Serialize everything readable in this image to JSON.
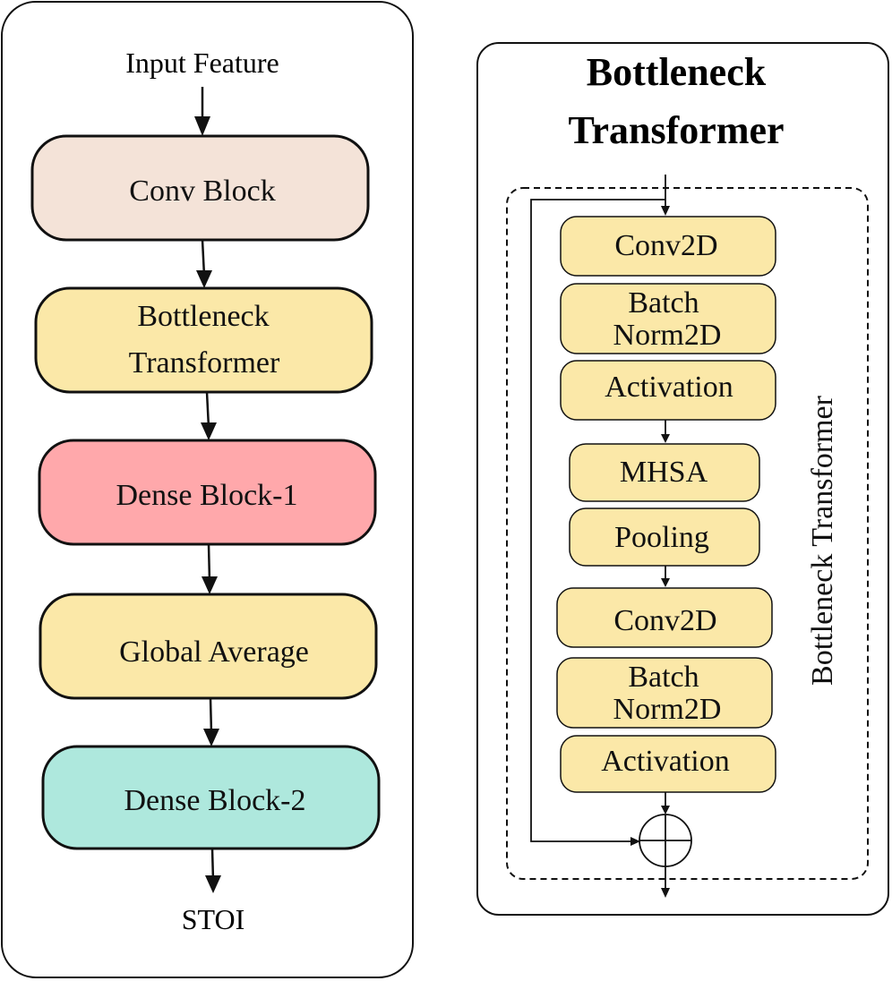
{
  "colors": {
    "conv_block": "#f4e3d8",
    "bottleneck": "#fbe8a8",
    "dense1": "#ffa8ab",
    "global_avg": "#fbe8a8",
    "dense2": "#aee8dd",
    "layer": "#fbe8a8",
    "stroke": "#111111"
  },
  "left_panel": {
    "input_label": "Input Feature",
    "conv_block": "Conv Block",
    "bottleneck_line1": "Bottleneck",
    "bottleneck_line2": "Transformer",
    "dense_block_1": "Dense Block-1",
    "global_average": "Global Average",
    "dense_block_2": "Dense Block-2",
    "output_label": "STOI"
  },
  "right_panel": {
    "title_line1": "Bottleneck",
    "title_line2": "Transformer",
    "side_label": "Bottleneck Transformer",
    "conv2d_1": "Conv2D",
    "batchnorm_1_line1": "Batch",
    "batchnorm_1_line2": "Norm2D",
    "activation_1": "Activation",
    "mhsa": "MHSA",
    "pooling": "Pooling",
    "conv2d_2": "Conv2D",
    "batchnorm_2_line1": "Batch",
    "batchnorm_2_line2": "Norm2D",
    "activation_2": "Activation"
  }
}
